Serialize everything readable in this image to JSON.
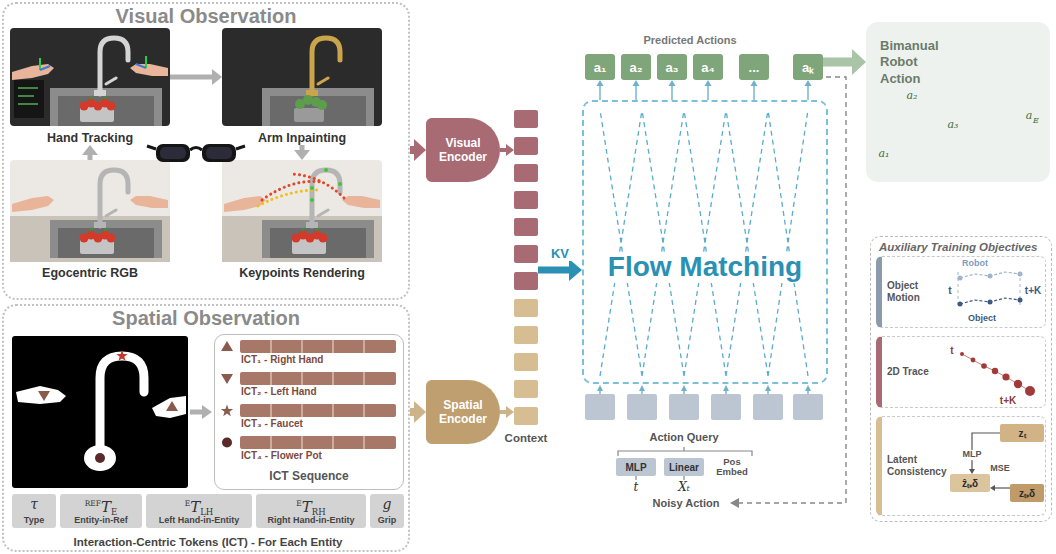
{
  "diagram": {
    "nodes": [
      {
        "text": [
          "Visual Observation"
        ]
      },
      {
        "text": [
          "Hand Tracking"
        ],
        "in": 0
      },
      {
        "text": [
          "Arm Inpainting"
        ],
        "in": 0
      },
      {
        "text": [
          "Egocentric RGB"
        ],
        "in": 0
      },
      {
        "text": [
          "Keypoints Rendering"
        ],
        "in": 0
      },
      {
        "text": [
          "Spatial Observation"
        ]
      },
      {
        "text": [
          "ICT₁ - Right Hand",
          "ICT₂ - Left Hand",
          "ICT₃ - Faucet",
          "ICT₄ - Flower Pot",
          "ICT Sequence"
        ],
        "in": 5
      },
      {
        "text": [
          "Interaction-Centric Tokens (ICT) - For Each Entity"
        ],
        "in": 5
      },
      {
        "text": [
          "τ",
          "Type"
        ],
        "in": 7
      },
      {
        "text": [
          "REF",
          "T",
          "E",
          "Entity-in-Ref"
        ],
        "in": 7
      },
      {
        "text": [
          "E",
          "T",
          "LH",
          "Left Hand-in-Entity"
        ],
        "in": 7
      },
      {
        "text": [
          "E",
          "T",
          "RH",
          "Right Hand-in-Entity"
        ],
        "in": 7
      },
      {
        "text": [
          "g",
          "Grip"
        ],
        "in": 7
      },
      {
        "text": [
          "Visual Encoder"
        ]
      },
      {
        "text": [
          "Spatial Encoder"
        ]
      },
      {
        "text": [
          "Context"
        ]
      },
      {
        "text": [
          "Flow Matching"
        ]
      },
      {
        "text": [
          "a₁"
        ]
      },
      {
        "text": [
          "a₂"
        ]
      },
      {
        "text": [
          "a₃"
        ]
      },
      {
        "text": [
          "a₄"
        ]
      },
      {
        "text": [
          "..."
        ]
      },
      {
        "text": [
          "aₖ"
        ]
      },
      {
        "text": [
          "MLP"
        ]
      },
      {
        "text": [
          "Linear"
        ]
      },
      {
        "text": [
          "Bimanual Robot Action"
        ]
      },
      {
        "text": [
          "Auxiliary Training Objectives"
        ]
      },
      {
        "text": [
          "Object Motion"
        ],
        "in": 26
      },
      {
        "text": [
          "2D Trace"
        ],
        "in": 26
      },
      {
        "text": [
          "Latent Consistency"
        ],
        "in": 26
      },
      {
        "text": [
          "zₜ"
        ],
        "in": 29
      },
      {
        "text": [
          "ẑₜ₊δ"
        ],
        "in": 29
      },
      {
        "text": [
          "zₜ₊δ"
        ],
        "in": 29
      }
    ],
    "edges": [
      {
        "from": 3,
        "to": 1,
        "arrow": "to"
      },
      {
        "from": 1,
        "to": 2,
        "arrow": "to"
      },
      {
        "from": 2,
        "to": 4,
        "arrow": "to"
      },
      {
        "from": 0,
        "to": 13,
        "arrow": "to"
      },
      {
        "from": 5,
        "to": 14,
        "arrow": "to"
      },
      {
        "from": 13,
        "to": 15,
        "arrow": "to"
      },
      {
        "from": 14,
        "to": 15,
        "arrow": "to"
      },
      {
        "from": 15,
        "to": 16,
        "label": "KV",
        "arrow": "to"
      },
      {
        "from": 16,
        "to": 17,
        "arrow": "to"
      },
      {
        "from": 16,
        "to": 18,
        "arrow": "to"
      },
      {
        "from": 16,
        "to": 19,
        "arrow": "to"
      },
      {
        "from": 16,
        "to": 20,
        "arrow": "to"
      },
      {
        "from": 16,
        "to": 21,
        "arrow": "to"
      },
      {
        "from": 16,
        "to": 22,
        "arrow": "to"
      },
      {
        "from": 22,
        "to": 25,
        "arrow": "to"
      },
      {
        "from": 30,
        "to": 31,
        "label": "MLP",
        "arrow": "to"
      },
      {
        "from": 32,
        "to": 31,
        "label": "MSE",
        "arrow": "to"
      }
    ],
    "labels": [
      "Predicted Actions",
      "Action Query",
      "Pos Embed",
      "t",
      "Xₜ",
      "Noisy Action",
      "a₁",
      "a₂",
      "a₃",
      "a",
      "E",
      "Robot",
      "Object",
      "t",
      "t+K",
      "t",
      "t+K"
    ]
  }
}
